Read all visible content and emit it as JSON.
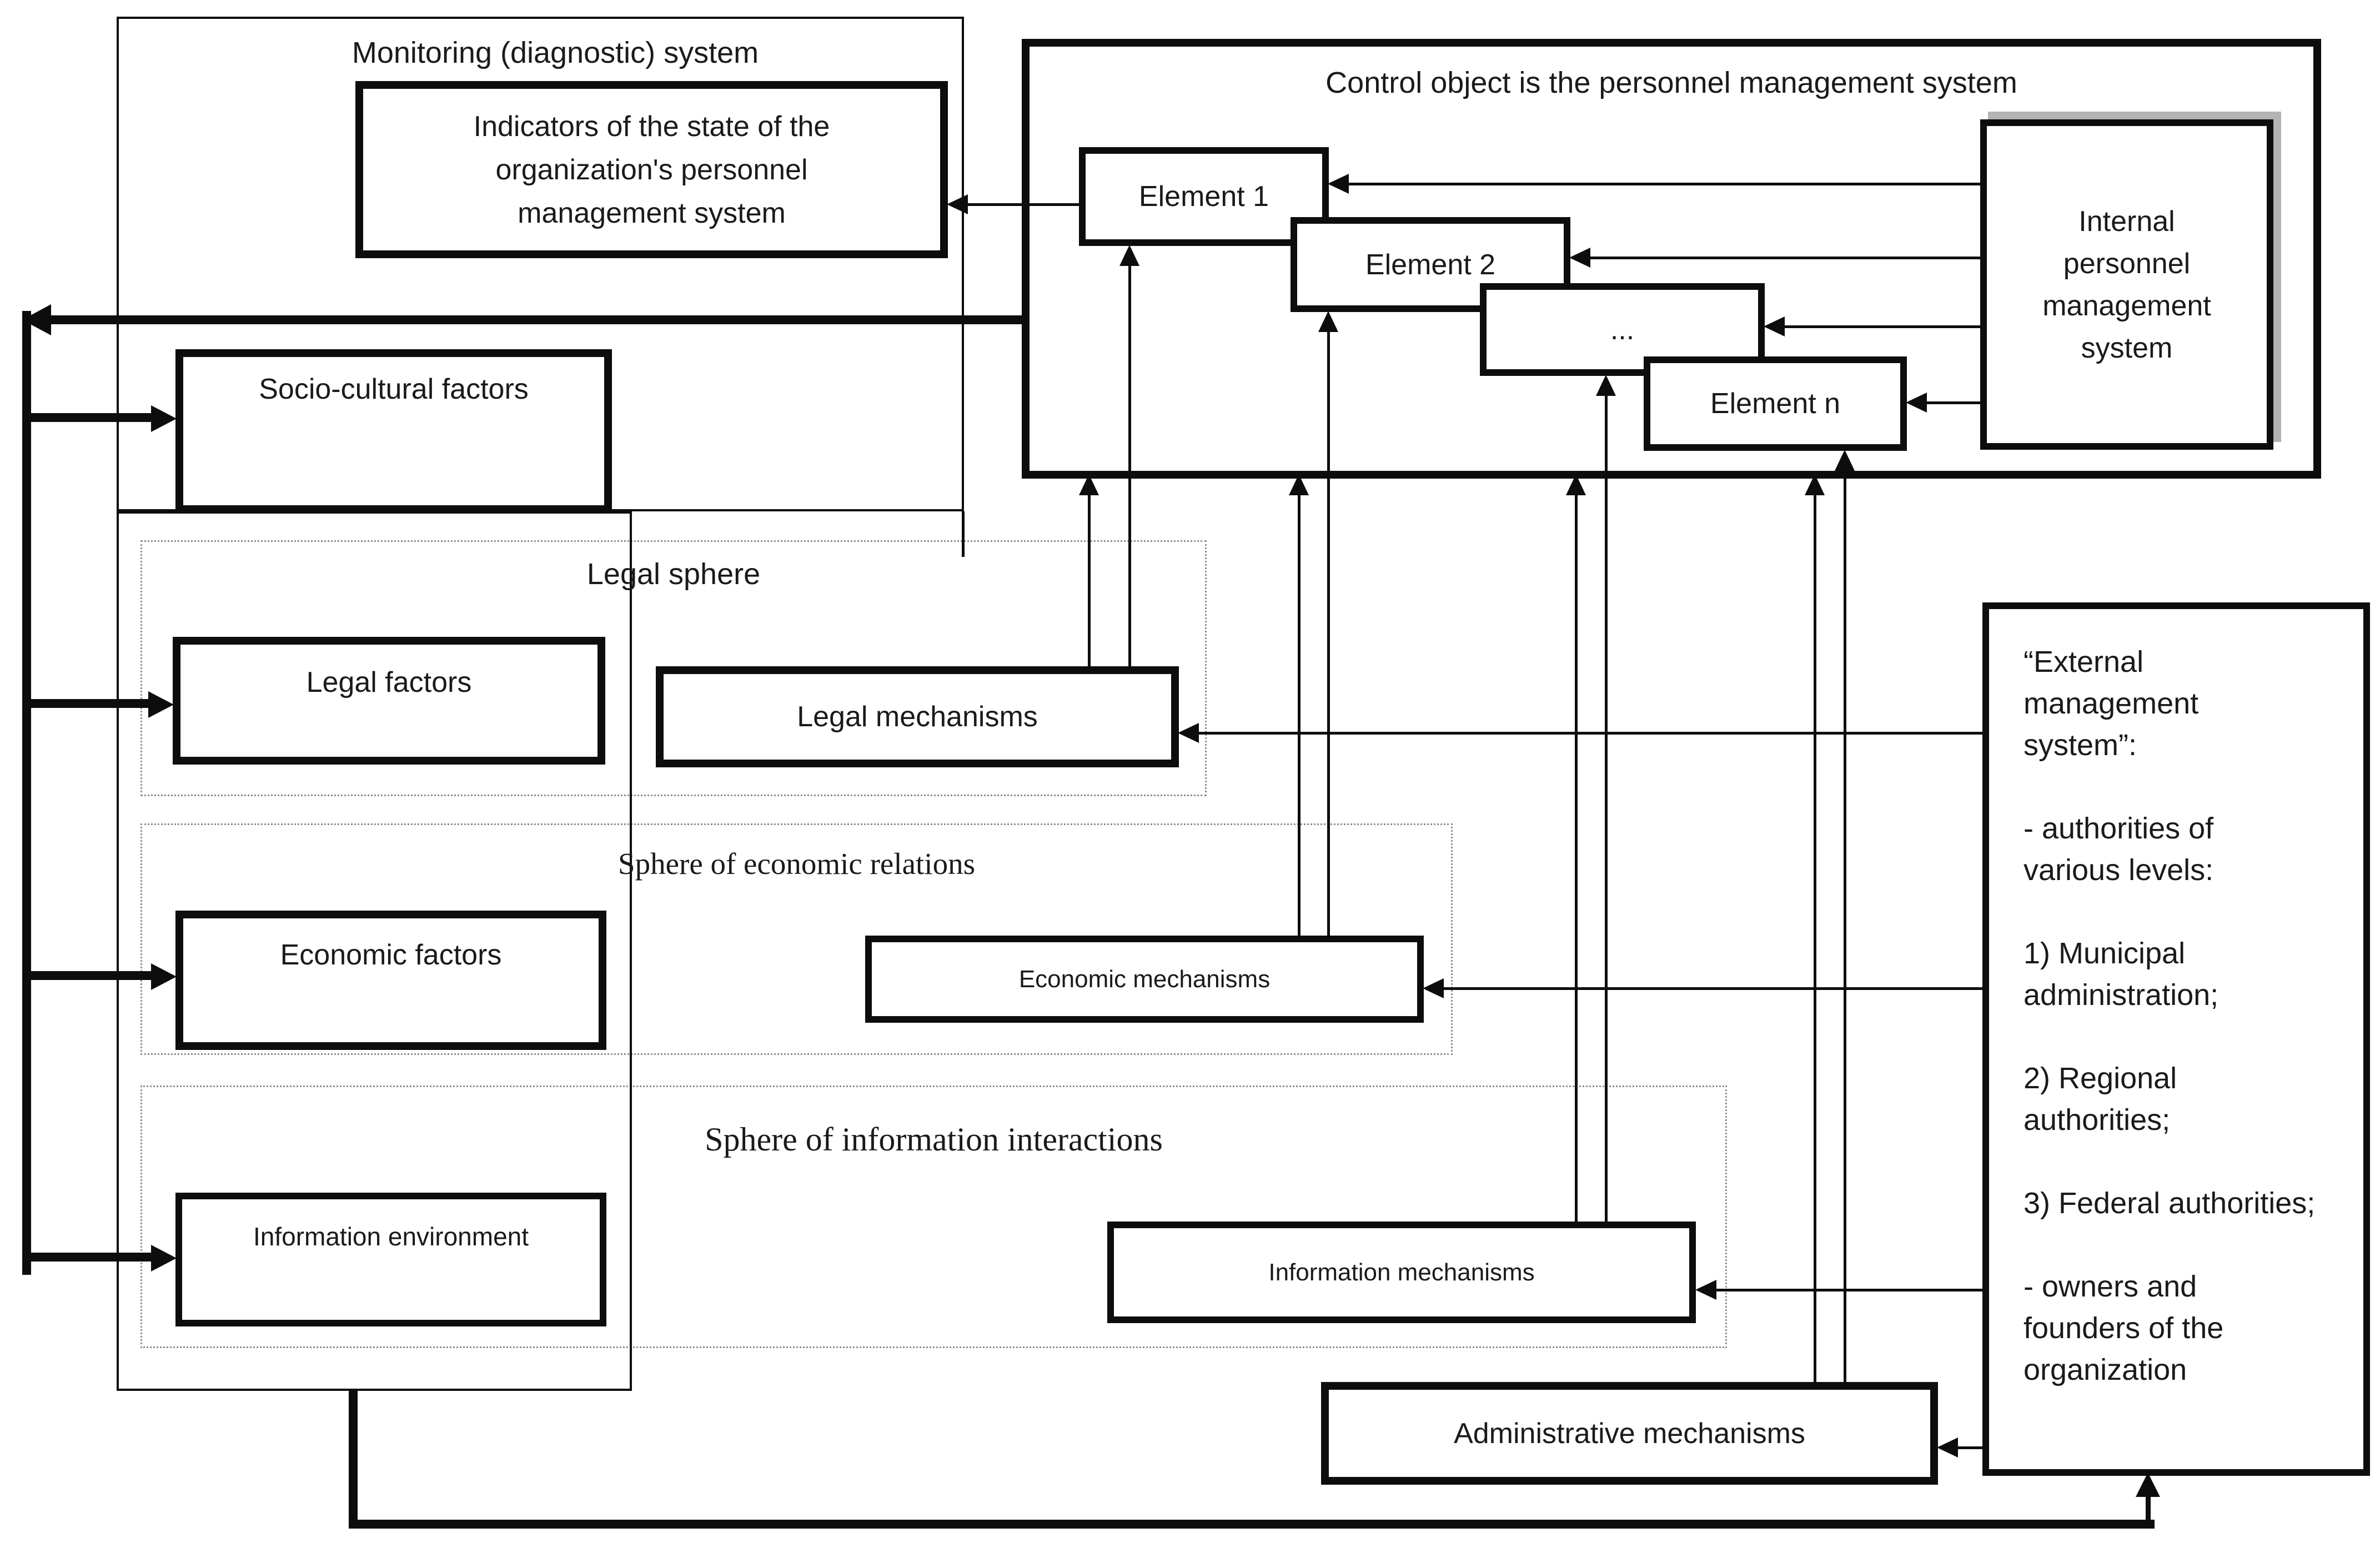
{
  "diagram": {
    "monitoring": {
      "title": "Monitoring (diagnostic) system",
      "indicators": "Indicators of the state of the\norganization's personnel\nmanagement system"
    },
    "control": {
      "title": "Control object is the personnel management system",
      "elements": [
        "Element 1",
        "Element 2",
        "...",
        "Element n"
      ],
      "internal": "Internal\npersonnel\nmanagement\nsystem"
    },
    "factors": {
      "socio": "Socio-cultural factors",
      "legal": "Legal factors",
      "economic": "Economic factors",
      "information": "Information environment"
    },
    "spheres": {
      "legal": "Legal sphere",
      "economic": "Sphere of economic relations",
      "information": "Sphere of information interactions"
    },
    "mechanisms": {
      "legal": "Legal mechanisms",
      "economic": "Economic mechanisms",
      "information": "Information mechanisms",
      "administrative": "Administrative mechanisms"
    },
    "external": {
      "text": "“External\nmanagement\nsystem”:\n\n- authorities of\nvarious levels:\n\n1) Municipal\nadministration;\n\n2) Regional\nauthorities;\n\n3) Federal authorities;\n\n- owners and\nfounders  of the\norganization"
    },
    "colors": {
      "line": "#0d0d0d",
      "dotted_border": "#8f8f8f",
      "background": "#ffffff"
    }
  }
}
